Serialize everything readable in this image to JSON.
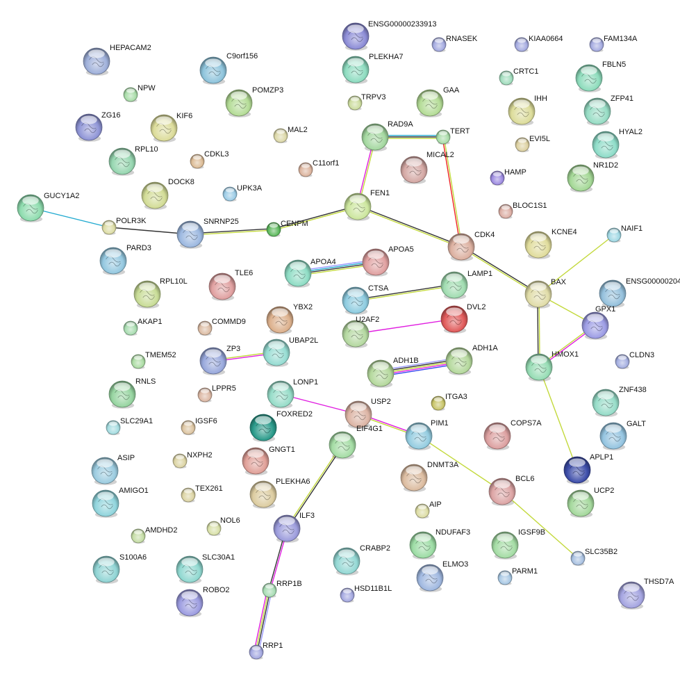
{
  "title": "Protein interaction network",
  "edge_colors": {
    "black": "#333333",
    "yellowgreen": "#c3d93c",
    "magenta": "#e01de0",
    "cyan": "#22aad0",
    "blue": "#3344ee",
    "lavender": "#9999ff",
    "red": "#ee2222"
  },
  "nodes": [
    {
      "id": "HEPACAM2",
      "color": "#9fb0da"
    },
    {
      "id": "NPW",
      "color": "#a8dca8"
    },
    {
      "id": "ZG16",
      "color": "#8f95d6"
    },
    {
      "id": "KIF6",
      "color": "#dcdc9a"
    },
    {
      "id": "RPL10",
      "color": "#96d6b0"
    },
    {
      "id": "C9orf156",
      "color": "#8ec4dc"
    },
    {
      "id": "POMZP3",
      "color": "#b4dc96"
    },
    {
      "id": "CDKL3",
      "color": "#dcbc96"
    },
    {
      "id": "MAL2",
      "color": "#dcd8a8"
    },
    {
      "id": "DOCK8",
      "color": "#d2dc96"
    },
    {
      "id": "UPK3A",
      "color": "#9ccce6"
    },
    {
      "id": "C11orf1",
      "color": "#dcb49e"
    },
    {
      "id": "ENSG00000233913",
      "color": "#8c8cd6"
    },
    {
      "id": "RNASEK",
      "color": "#a4aae0"
    },
    {
      "id": "PLEKHA7",
      "color": "#8edcc0"
    },
    {
      "id": "TRPV3",
      "color": "#ccdc9e"
    },
    {
      "id": "GAA",
      "color": "#b4dc96"
    },
    {
      "id": "KIAA0664",
      "color": "#a4aae0"
    },
    {
      "id": "FAM134A",
      "color": "#a4aae0"
    },
    {
      "id": "CRTC1",
      "color": "#a0dcbc"
    },
    {
      "id": "FBLN5",
      "color": "#8edcbc"
    },
    {
      "id": "IHH",
      "color": "#dcdc9a"
    },
    {
      "id": "ZFP41",
      "color": "#96dcc4"
    },
    {
      "id": "EVI5L",
      "color": "#dcd0a0"
    },
    {
      "id": "HYAL2",
      "color": "#8edcc8"
    },
    {
      "id": "NR1D2",
      "color": "#a4d896"
    },
    {
      "id": "HAMP",
      "color": "#9c8ae0"
    },
    {
      "id": "BLOC1S1",
      "color": "#dcaea4"
    },
    {
      "id": "GUCY1A2",
      "color": "#8edcae"
    },
    {
      "id": "POLR3K",
      "color": "#dcdca4"
    },
    {
      "id": "SNRNP25",
      "color": "#9cb8e0"
    },
    {
      "id": "CENPM",
      "color": "#5cb85c"
    },
    {
      "id": "RAD9A",
      "color": "#a4d8a0"
    },
    {
      "id": "TERT",
      "color": "#a8dca8"
    },
    {
      "id": "MICAL2",
      "color": "#d4a8a4"
    },
    {
      "id": "FEN1",
      "color": "#cce69e"
    },
    {
      "id": "CDK4",
      "color": "#dcb0a0"
    },
    {
      "id": "KCNE4",
      "color": "#e0dc9c"
    },
    {
      "id": "NAIF1",
      "color": "#a0d8e4"
    },
    {
      "id": "PARD3",
      "color": "#94c8e0"
    },
    {
      "id": "RPL10L",
      "color": "#c8dc96"
    },
    {
      "id": "TLE6",
      "color": "#e0a0a0"
    },
    {
      "id": "APOA4",
      "color": "#8edcc4"
    },
    {
      "id": "APOA5",
      "color": "#e0a0a0"
    },
    {
      "id": "LAMP1",
      "color": "#a0dcb0"
    },
    {
      "id": "BAX",
      "color": "#e0dca8"
    },
    {
      "id": "ENSG00000204",
      "color": "#94c0dc"
    },
    {
      "id": "GPX1",
      "color": "#9c9ce4"
    },
    {
      "id": "AKAP1",
      "color": "#a8dcb0"
    },
    {
      "id": "COMMD9",
      "color": "#dcbca4"
    },
    {
      "id": "YBX2",
      "color": "#dcb08c"
    },
    {
      "id": "CTSA",
      "color": "#8ecce0"
    },
    {
      "id": "U2AF2",
      "color": "#b4d8a0"
    },
    {
      "id": "DVL2",
      "color": "#e05a5a"
    },
    {
      "id": "TMEM52",
      "color": "#acdca4"
    },
    {
      "id": "ZP3",
      "color": "#98a8dc"
    },
    {
      "id": "UBAP2L",
      "color": "#96dcd2"
    },
    {
      "id": "ADH1B",
      "color": "#b4d89c"
    },
    {
      "id": "ADH1A",
      "color": "#b4d89c"
    },
    {
      "id": "HMOX1",
      "color": "#96dcb4"
    },
    {
      "id": "CLDN3",
      "color": "#a4aee0"
    },
    {
      "id": "RNLS",
      "color": "#96d4a0"
    },
    {
      "id": "LPPR5",
      "color": "#dcb8a4"
    },
    {
      "id": "LONP1",
      "color": "#96dcc8"
    },
    {
      "id": "ITGA3",
      "color": "#c8c468"
    },
    {
      "id": "ZNF438",
      "color": "#96dcc8"
    },
    {
      "id": "SLC29A1",
      "color": "#a4dce0"
    },
    {
      "id": "IGSF6",
      "color": "#dcc4a0"
    },
    {
      "id": "FOXRED2",
      "color": "#2a9a8a"
    },
    {
      "id": "USP2",
      "color": "#dcb4a4"
    },
    {
      "id": "GALT",
      "color": "#94c4e0"
    },
    {
      "id": "PIM1",
      "color": "#94cce0"
    },
    {
      "id": "COPS7A",
      "color": "#dca0a0"
    },
    {
      "id": "EIF4G1",
      "color": "#a4dca4"
    },
    {
      "id": "GNGT1",
      "color": "#e0a098"
    },
    {
      "id": "APLP1",
      "color": "#3c4ca8"
    },
    {
      "id": "ASIP",
      "color": "#9ccce0"
    },
    {
      "id": "NXPH2",
      "color": "#dcd4a4"
    },
    {
      "id": "DNMT3A",
      "color": "#dcbca0"
    },
    {
      "id": "BCL6",
      "color": "#dca4a4"
    },
    {
      "id": "AMIGO1",
      "color": "#90d4dc"
    },
    {
      "id": "TEX261",
      "color": "#dcd4a4"
    },
    {
      "id": "PLEKHA6",
      "color": "#dcccA0"
    },
    {
      "id": "UCP2",
      "color": "#a4d89c"
    },
    {
      "id": "AIP",
      "color": "#dcdca4"
    },
    {
      "id": "AMDHD2",
      "color": "#c4dca4"
    },
    {
      "id": "NOL6",
      "color": "#d8e0a8"
    },
    {
      "id": "ILF3",
      "color": "#9c9cdc"
    },
    {
      "id": "NDUFAF3",
      "color": "#9cdca4"
    },
    {
      "id": "IGSF9B",
      "color": "#a4dca4"
    },
    {
      "id": "S100A6",
      "color": "#90d4d4"
    },
    {
      "id": "SLC30A1",
      "color": "#90d8d0"
    },
    {
      "id": "CRABP2",
      "color": "#94d8d4"
    },
    {
      "id": "ELMO3",
      "color": "#a0b8e0"
    },
    {
      "id": "PARM1",
      "color": "#a8c8e4"
    },
    {
      "id": "SLC35B2",
      "color": "#a8c0e0"
    },
    {
      "id": "ROBO2",
      "color": "#9c9ce0"
    },
    {
      "id": "RRP1B",
      "color": "#a8dcb4"
    },
    {
      "id": "HSD11B1L",
      "color": "#a4a8e0"
    },
    {
      "id": "THSD7A",
      "color": "#a4a4e0"
    },
    {
      "id": "RRP1",
      "color": "#a4a8e0"
    }
  ],
  "edges": [
    {
      "source": "GUCY1A2",
      "target": "POLR3K",
      "colors": [
        "cyan"
      ]
    },
    {
      "source": "POLR3K",
      "target": "SNRNP25",
      "colors": [
        "black"
      ]
    },
    {
      "source": "SNRNP25",
      "target": "CENPM",
      "colors": [
        "black",
        "yellowgreen"
      ]
    },
    {
      "source": "CENPM",
      "target": "FEN1",
      "colors": [
        "black",
        "yellowgreen"
      ]
    },
    {
      "source": "FEN1",
      "target": "RAD9A",
      "colors": [
        "magenta",
        "yellowgreen"
      ]
    },
    {
      "source": "RAD9A",
      "target": "TERT",
      "colors": [
        "cyan",
        "black",
        "yellowgreen"
      ]
    },
    {
      "source": "TERT",
      "target": "CDK4",
      "colors": [
        "yellowgreen",
        "red"
      ]
    },
    {
      "source": "FEN1",
      "target": "CDK4",
      "colors": [
        "black",
        "yellowgreen"
      ]
    },
    {
      "source": "CDK4",
      "target": "BAX",
      "colors": [
        "black",
        "yellowgreen"
      ]
    },
    {
      "source": "BAX",
      "target": "NAIF1",
      "colors": [
        "yellowgreen"
      ]
    },
    {
      "source": "BAX",
      "target": "GPX1",
      "colors": [
        "yellowgreen"
      ]
    },
    {
      "source": "BAX",
      "target": "HMOX1",
      "colors": [
        "yellowgreen",
        "black"
      ]
    },
    {
      "source": "GPX1",
      "target": "HMOX1",
      "colors": [
        "magenta",
        "yellowgreen"
      ]
    },
    {
      "source": "HMOX1",
      "target": "APLP1",
      "colors": [
        "yellowgreen"
      ]
    },
    {
      "source": "APOA4",
      "target": "APOA5",
      "colors": [
        "lavender",
        "cyan",
        "black",
        "yellowgreen"
      ]
    },
    {
      "source": "CTSA",
      "target": "LAMP1",
      "colors": [
        "black",
        "yellowgreen"
      ]
    },
    {
      "source": "U2AF2",
      "target": "DVL2",
      "colors": [
        "magenta"
      ]
    },
    {
      "source": "ZP3",
      "target": "UBAP2L",
      "colors": [
        "yellowgreen",
        "magenta"
      ]
    },
    {
      "source": "ADH1B",
      "target": "ADH1A",
      "colors": [
        "lavender",
        "black",
        "yellowgreen",
        "magenta",
        "blue"
      ]
    },
    {
      "source": "LONP1",
      "target": "USP2",
      "colors": [
        "magenta"
      ]
    },
    {
      "source": "USP2",
      "target": "PIM1",
      "colors": [
        "magenta",
        "yellowgreen"
      ]
    },
    {
      "source": "PIM1",
      "target": "BCL6",
      "colors": [
        "yellowgreen"
      ]
    },
    {
      "source": "BCL6",
      "target": "SLC35B2",
      "colors": [
        "yellowgreen"
      ]
    },
    {
      "source": "EIF4G1",
      "target": "ILF3",
      "colors": [
        "black",
        "yellowgreen"
      ]
    },
    {
      "source": "ILF3",
      "target": "RRP1B",
      "colors": [
        "magenta",
        "black"
      ]
    },
    {
      "source": "RRP1B",
      "target": "RRP1",
      "colors": [
        "lavender",
        "black",
        "yellowgreen",
        "magenta"
      ]
    }
  ]
}
